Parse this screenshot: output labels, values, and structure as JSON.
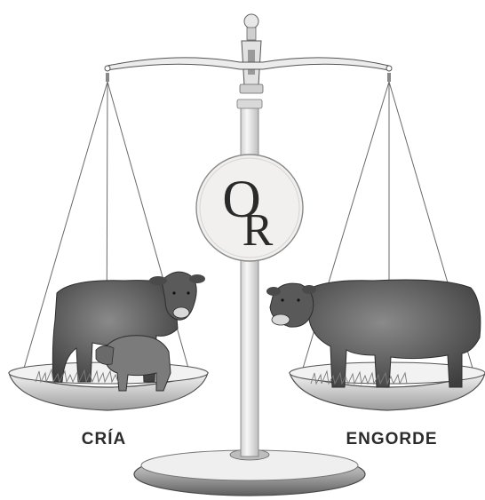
{
  "illustration": {
    "logo": {
      "letter_top": "O",
      "letter_bottom": "R"
    },
    "left_pan": {
      "label": "CRÍA",
      "icon": "cow-with-calf-icon"
    },
    "right_pan": {
      "label": "ENGORDE",
      "icon": "steer-icon"
    },
    "colors": {
      "ink": "#2b2b2b",
      "pencil": "#6f6f6f",
      "shade": "#9a9a9a",
      "light": "#e4e4e4",
      "medallion": "#f1f0ee"
    }
  }
}
